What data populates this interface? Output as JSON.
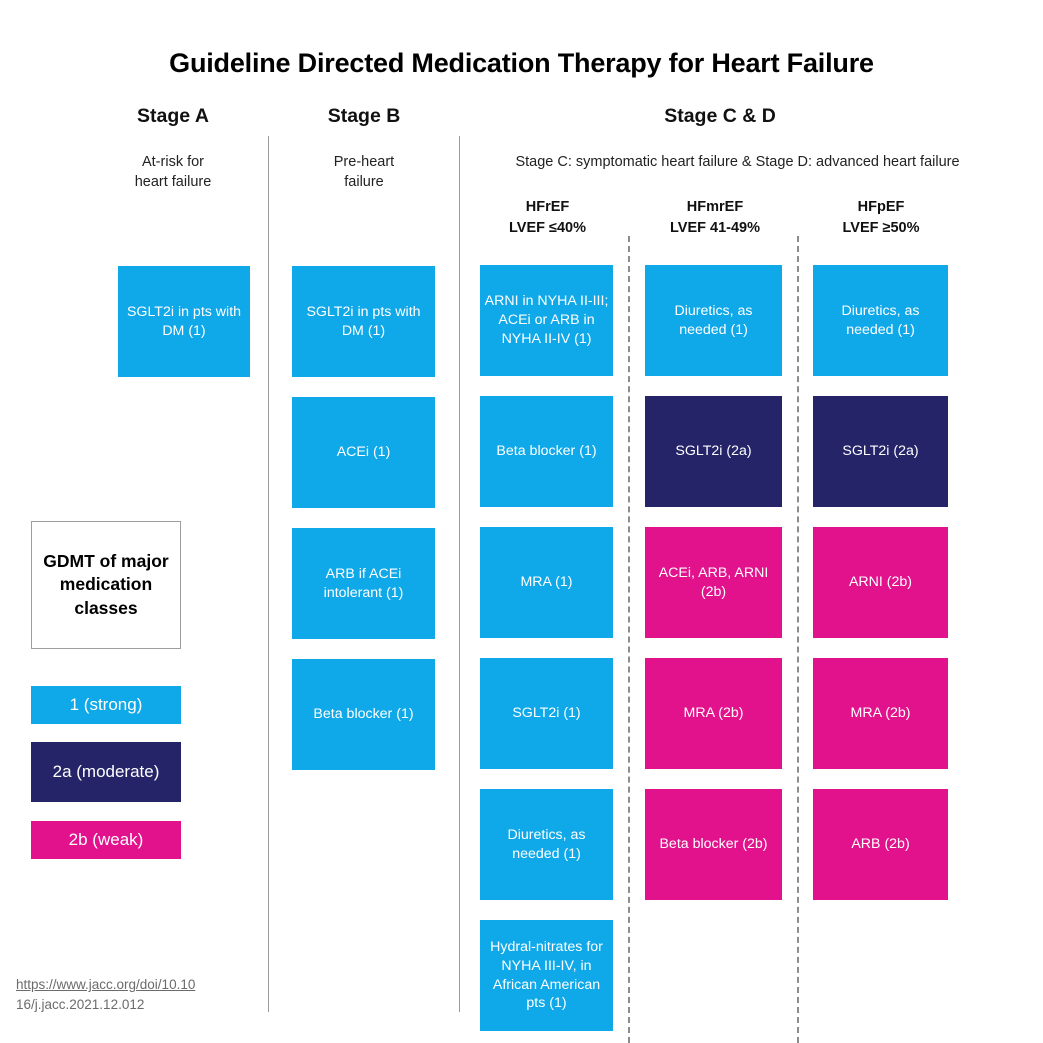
{
  "title": "Guideline Directed Medication Therapy for Heart Failure",
  "colors": {
    "strong": "#0fa8e8",
    "moderate": "#252469",
    "weak": "#e1128c",
    "divider": "#9a9a9a",
    "dashed_divider": "#8c8c8c",
    "text_dark": "#111111",
    "citation": "#6b6b6b"
  },
  "stages": {
    "a": {
      "heading": "Stage A",
      "subtitle_line1": "At-risk for",
      "subtitle_line2": "heart failure"
    },
    "b": {
      "heading": "Stage B",
      "subtitle_line1": "Pre-heart",
      "subtitle_line2": "failure"
    },
    "cd": {
      "heading": "Stage C & D",
      "note": "Stage C: symptomatic heart failure & Stage D: advanced heart failure"
    }
  },
  "ef_columns": [
    {
      "name": "HFrEF",
      "lvef": "LVEF ≤40%"
    },
    {
      "name": "HFmrEF",
      "lvef": "LVEF 41-49%"
    },
    {
      "name": "HFpEF",
      "lvef": "LVEF ≥50%"
    }
  ],
  "columns": {
    "stage_a": [
      {
        "text": "SGLT2i in pts with DM (1)",
        "class_of_recommendation": "1",
        "color": "strong"
      }
    ],
    "stage_b": [
      {
        "text": "SGLT2i in pts with DM (1)",
        "class_of_recommendation": "1",
        "color": "strong"
      },
      {
        "text": "ACEi (1)",
        "class_of_recommendation": "1",
        "color": "strong"
      },
      {
        "text": "ARB if ACEi intolerant (1)",
        "class_of_recommendation": "1",
        "color": "strong"
      },
      {
        "text": "Beta blocker (1)",
        "class_of_recommendation": "1",
        "color": "strong"
      }
    ],
    "hfref": [
      {
        "text": "ARNI in NYHA II-III; ACEi or ARB in NYHA II-IV (1)",
        "class_of_recommendation": "1",
        "color": "strong"
      },
      {
        "text": "Beta blocker (1)",
        "class_of_recommendation": "1",
        "color": "strong"
      },
      {
        "text": "MRA (1)",
        "class_of_recommendation": "1",
        "color": "strong"
      },
      {
        "text": "SGLT2i (1)",
        "class_of_recommendation": "1",
        "color": "strong"
      },
      {
        "text": "Diuretics, as needed (1)",
        "class_of_recommendation": "1",
        "color": "strong"
      },
      {
        "text": "Hydral-nitrates for NYHA III-IV, in African American pts (1)",
        "class_of_recommendation": "1",
        "color": "strong"
      }
    ],
    "hfmref": [
      {
        "text": "Diuretics, as needed (1)",
        "class_of_recommendation": "1",
        "color": "strong"
      },
      {
        "text": "SGLT2i (2a)",
        "class_of_recommendation": "2a",
        "color": "moderate"
      },
      {
        "text": "ACEi, ARB, ARNI (2b)",
        "class_of_recommendation": "2b",
        "color": "weak"
      },
      {
        "text": "MRA (2b)",
        "class_of_recommendation": "2b",
        "color": "weak"
      },
      {
        "text": "Beta blocker (2b)",
        "class_of_recommendation": "2b",
        "color": "weak"
      }
    ],
    "hfpef": [
      {
        "text": "Diuretics, as needed (1)",
        "class_of_recommendation": "1",
        "color": "strong"
      },
      {
        "text": "SGLT2i (2a)",
        "class_of_recommendation": "2a",
        "color": "moderate"
      },
      {
        "text": "ARNI (2b)",
        "class_of_recommendation": "2b",
        "color": "weak"
      },
      {
        "text": "MRA (2b)",
        "class_of_recommendation": "2b",
        "color": "weak"
      },
      {
        "text": "ARB (2b)",
        "class_of_recommendation": "2b",
        "color": "weak"
      }
    ]
  },
  "legend": {
    "title": "GDMT of major medication classes",
    "items": [
      {
        "label": "1 (strong)",
        "color": "strong"
      },
      {
        "label": "2a (moderate)",
        "color": "moderate"
      },
      {
        "label": "2b (weak)",
        "color": "weak"
      }
    ]
  },
  "citation": {
    "line1": "https://www.jacc.org/doi/10.10",
    "line2": "16/j.jacc.2021.12.012"
  }
}
